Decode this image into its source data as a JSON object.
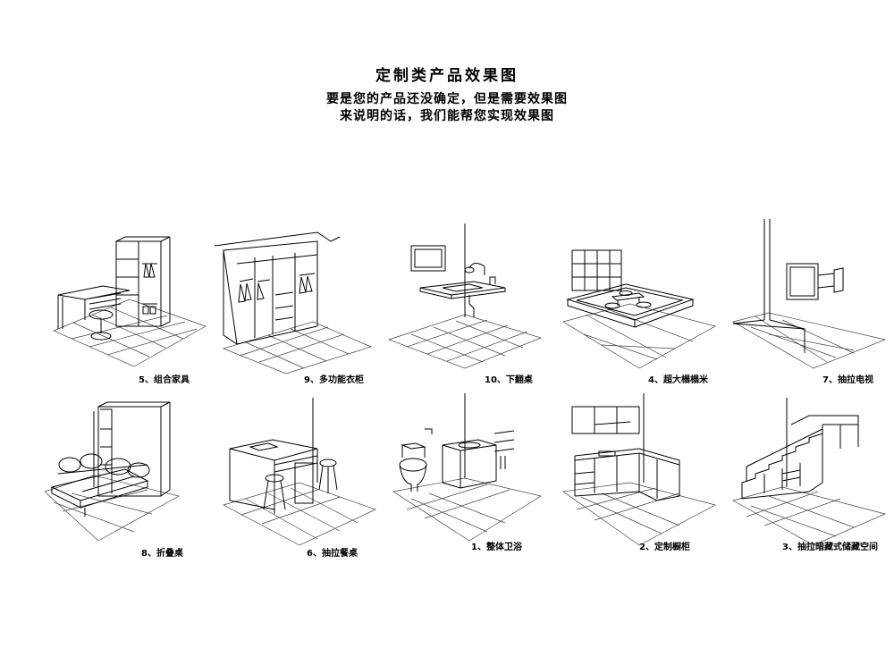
{
  "header": {
    "title": "定制类产品效果图",
    "subtitle_line1": "要是您的产品还没确定，但是需要效果图",
    "subtitle_line2": "来说明的话，我们能帮您实现效果图"
  },
  "items": [
    {
      "label": "5、组合家具",
      "icon": "combo-furniture"
    },
    {
      "label": "9、多功能衣柜",
      "icon": "wardrobe"
    },
    {
      "label": "10、下翻桌",
      "icon": "fold-down-desk"
    },
    {
      "label": "4、超大榻榻米",
      "icon": "tatami"
    },
    {
      "label": "7、抽拉电视",
      "icon": "pull-out-tv"
    },
    {
      "label": "8、折叠桌",
      "icon": "folding-bed"
    },
    {
      "label": "6、抽拉餐桌",
      "icon": "pull-out-dining-table"
    },
    {
      "label": "1、整体卫浴",
      "icon": "bathroom"
    },
    {
      "label": "2、定制橱柜",
      "icon": "kitchen-cabinet"
    },
    {
      "label": "3、抽拉暗藏式储藏空间",
      "icon": "stair-storage"
    }
  ]
}
